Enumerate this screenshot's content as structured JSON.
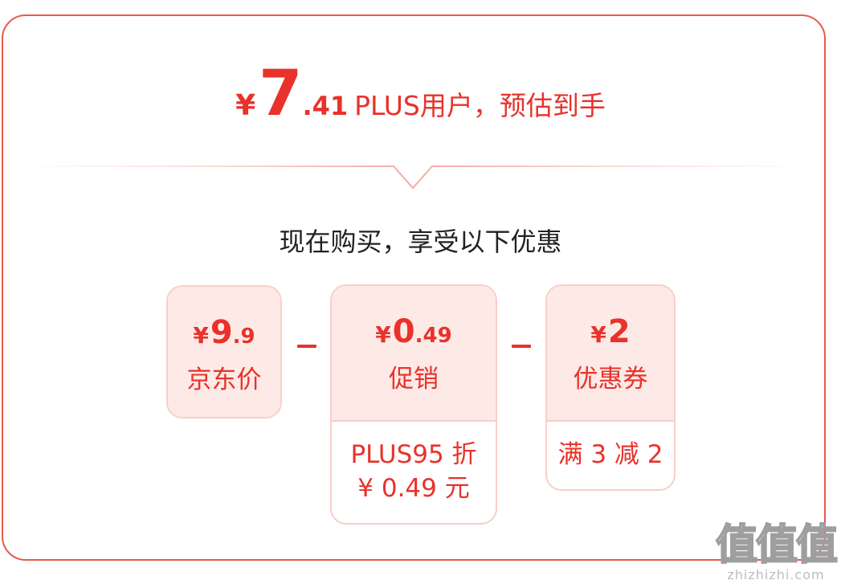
{
  "headline": {
    "currency": "¥",
    "price_int": "7",
    "price_dec": ".41",
    "label": "PLUS用户，预估到手"
  },
  "subtitle": "现在购买，享受以下优惠",
  "items": [
    {
      "currency": "¥",
      "int": "9",
      "dec": ".9",
      "name": "京东价",
      "note": ""
    },
    {
      "currency": "¥",
      "int": "0",
      "dec": ".49",
      "name": "促销",
      "note_line1": "PLUS95 折",
      "note_line2": "¥ 0.49 元"
    },
    {
      "currency": "¥",
      "int": "2",
      "dec": "",
      "name": "优惠券",
      "note_line1": "满 3 减 2"
    }
  ],
  "operators": [
    "-",
    "-"
  ],
  "watermark": {
    "logo": "值值值",
    "site": "zhizhizhi.com"
  },
  "colors": {
    "accent": "#e8322b",
    "border": "#ea5a4b",
    "tint": "#fde9e6"
  }
}
